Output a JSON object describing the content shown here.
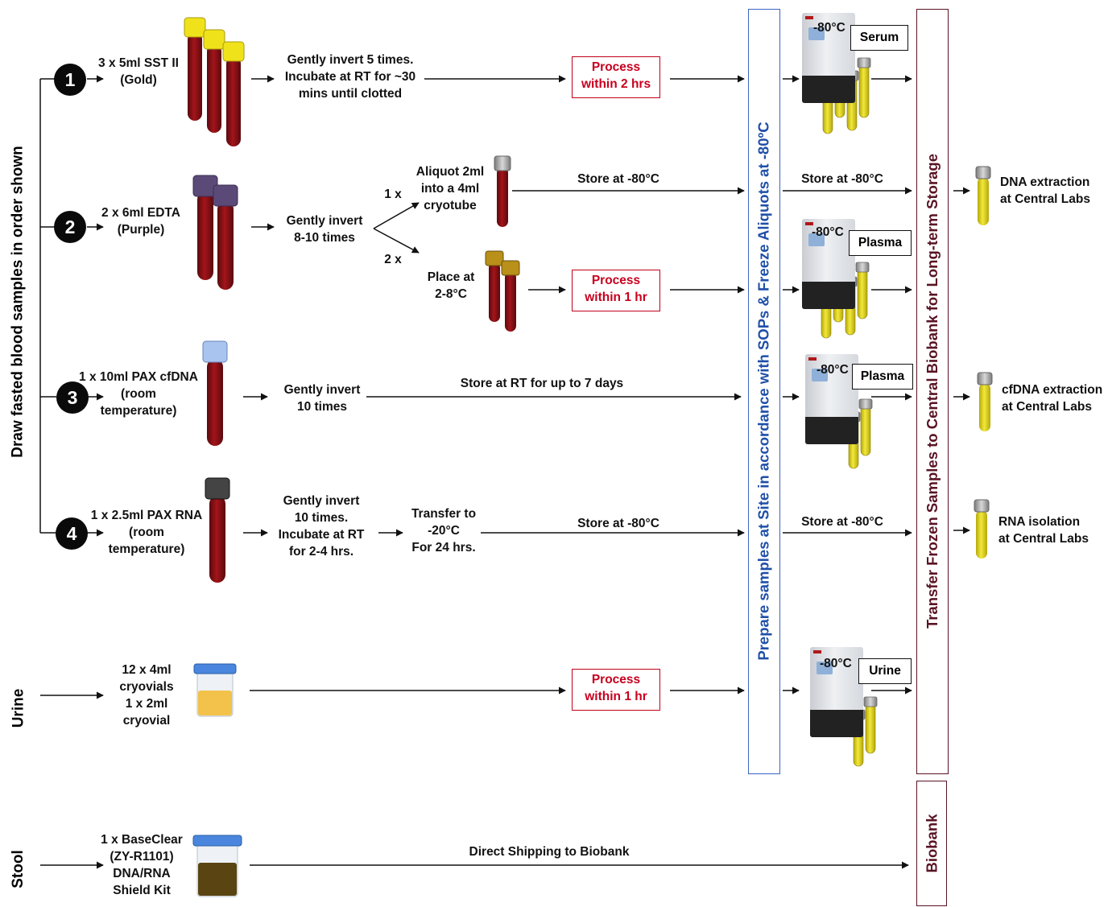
{
  "side_labels": {
    "blood": "Draw fasted blood samples in order shown",
    "urine": "Urine",
    "stool": "Stool"
  },
  "steps": [
    {
      "number": "1",
      "tube": "3 x 5ml SST II\n(Gold)",
      "handling": "Gently invert 5 times.\nIncubate at RT for ~30\nmins until clotted",
      "process": "Process\nwithin 2 hrs",
      "freezer_temp": "-80°C",
      "freezer_label": "Serum"
    },
    {
      "number": "2",
      "tube": "2 x 6ml EDTA\n(Purple)",
      "handling": "Gently invert\n8-10 times",
      "branch_a_count": "1 x",
      "branch_a_step": "Aliquot 2ml\ninto a 4ml\ncryotube",
      "branch_a_store": "Store at -80°C",
      "branch_a_site_store": "Store at -80°C",
      "branch_b_count": "2 x",
      "branch_b_step": "Place at\n2-8°C",
      "process": "Process\nwithin 1 hr",
      "freezer_temp": "-80°C",
      "freezer_label": "Plasma",
      "outcome": "DNA extraction\nat Central Labs"
    },
    {
      "number": "3",
      "tube": "1 x 10ml PAX cfDNA\n(room\ntemperature)",
      "handling": "Gently invert\n10 times",
      "store": "Store at RT for up to 7 days",
      "freezer_temp": "-80°C",
      "freezer_label": "Plasma",
      "outcome": "cfDNA extraction\nat Central Labs"
    },
    {
      "number": "4",
      "tube": "1 x 2.5ml PAX RNA\n(room\ntemperature)",
      "handling": "Gently invert\n10 times.\nIncubate at RT\nfor 2-4 hrs.",
      "transfer": "Transfer to\n-20°C\nFor 24 hrs.",
      "store": "Store at -80°C",
      "site_store": "Store at -80°C",
      "outcome": "RNA isolation\nat Central Labs"
    }
  ],
  "urine": {
    "tube": "12 x 4ml\ncryovials\n1 x 2ml\ncryovial",
    "process": "Process\nwithin 1 hr",
    "freezer_temp": "-80°C",
    "freezer_label": "Urine"
  },
  "stool": {
    "kit": "1 x BaseClear\n(ZY-R1101)\nDNA/RNA\nShield Kit",
    "shipping": "Direct Shipping to Biobank"
  },
  "site_box": {
    "label": "Prepare samples at Site in accordance with SOPs & Freeze Aliquots at -80ºC",
    "color": "#1f4fa8"
  },
  "transfer_box": {
    "label": "Transfer Frozen Samples to Central Biobank for Long-term Storage",
    "color": "#5a1424"
  },
  "biobank_box": {
    "label": "Biobank",
    "color": "#5a1424"
  },
  "colors": {
    "process_red": "#c8001e",
    "blood": "#8a0f14",
    "serum_yellow": "#e6dc1a",
    "gold_cap": "#f0e21a",
    "purple_cap": "#5b4a78",
    "gold_brown_cap": "#b8901a",
    "cfdna_cap": "#a9c4ef",
    "rna_cap": "#444444",
    "urine_lid": "#4a86dd",
    "urine_fill": "#f2c24a",
    "stool_fill": "#5a4412"
  },
  "icons": [
    "blood-tube-icon",
    "freezer-icon",
    "cryovial-icon",
    "urine-container-icon",
    "stool-kit-icon",
    "arrow-icon"
  ]
}
